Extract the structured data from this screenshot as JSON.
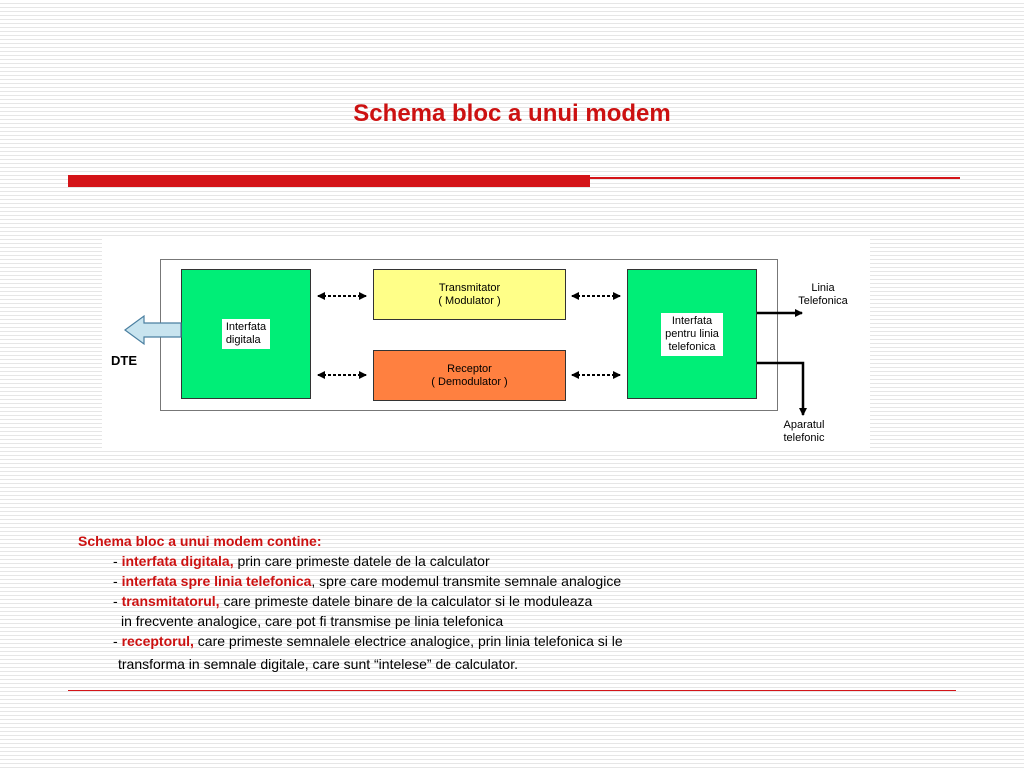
{
  "title": "Schema bloc a unui modem",
  "diagram": {
    "blocks": {
      "digital_interface": "Interfata\ndigitala",
      "transmitter": "Transmitator\n( Modulator )",
      "receiver": "Receptor\n( Demodulator )",
      "line_interface": "Interfata\npentru linia\ntelefonica"
    },
    "dte_label": "DTE",
    "line_label": "Linia\nTelefonica",
    "phone_label": "Aparatul\ntelefonic"
  },
  "description": {
    "heading": "Schema bloc a unui modem contine:",
    "bullet": "- ",
    "items": [
      {
        "term": "interfata digitala,",
        "text": " prin care primeste datele de la calculator"
      },
      {
        "term": "interfata spre linia telefonica",
        "text": ", spre care modemul transmite semnale  analogice"
      },
      {
        "term": "transmitatorul,",
        "text": " care primeste datele binare de la calculator si le moduleaza",
        "cont": "in frecvente analogice, care pot fi transmise pe linia telefonica"
      },
      {
        "term": "receptorul,",
        "text": " care primeste semnalele electrice analogice, prin linia telefonica si le",
        "cont": "transforma in semnale digitale, care sunt “intelese” de calculator."
      }
    ]
  },
  "colors": {
    "accent": "#d41418",
    "title": "#cc1111",
    "green_block": "#00ee77",
    "yellow_block": "#ffff88",
    "orange_block": "#ff8040"
  }
}
